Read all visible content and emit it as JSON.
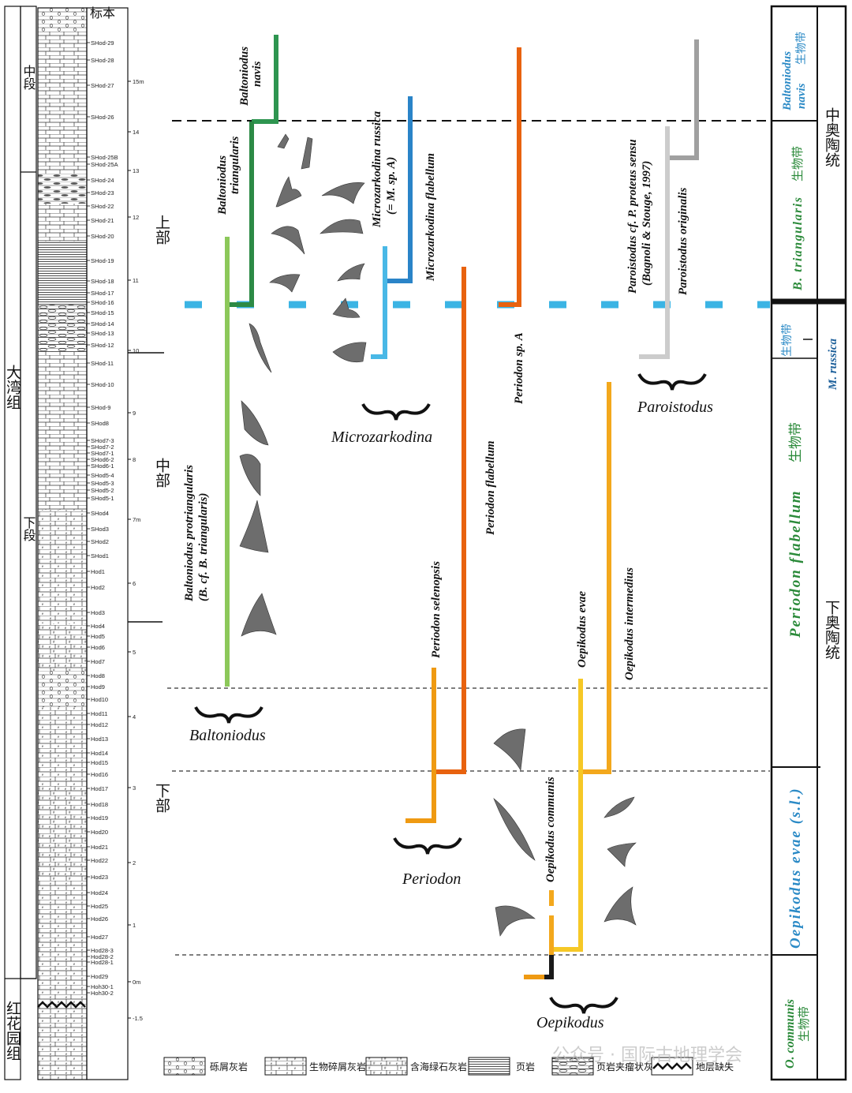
{
  "column": {
    "header": "标本",
    "formations": {
      "dawan": "大湾组",
      "honghuayuan": "红花园组"
    },
    "parts": {
      "zhong_duan": "中段",
      "xia_duan": "下段",
      "shang_bu": "上部",
      "zhong_bu": "中部",
      "xia_bu": "下部"
    },
    "samples": [
      "SHod-29",
      "SHod-28",
      "SHod-27",
      "SHod-26",
      "SHod-25B",
      "SHod-25A",
      "SHod-24",
      "SHod-23",
      "SHod-22",
      "SHod-21",
      "SHod-20",
      "SHod-19",
      "SHod-18",
      "SHod-17",
      "SHod-16",
      "SHod-15",
      "SHod-14",
      "SHod-13",
      "SHod-12",
      "SHod-11",
      "SHod-10",
      "SHod-9",
      "SHod8",
      "SHod7-3",
      "SHod7-2",
      "SHod7-1",
      "SHod6-2",
      "SHod6-1",
      "SHod5-4",
      "SHod5-3",
      "SHod5-2",
      "SHod5-1",
      "SHod4",
      "SHod3",
      "SHod2",
      "SHod1",
      "Hod1",
      "Hod2",
      "Hod3",
      "Hod4",
      "Hod5",
      "Hod6",
      "Hod7",
      "Hod8",
      "Hod9",
      "Hod10",
      "Hod11",
      "Hod12",
      "Hod13",
      "Hod14",
      "Hod15",
      "Hod16",
      "Hod17",
      "Hod18",
      "Hod19",
      "Hod20",
      "Hod21",
      "Hod22",
      "Hod23",
      "Hod24",
      "Hod25",
      "Hod26",
      "Hod27",
      "Hod28-3",
      "Hod28-2",
      "Hod28-1",
      "Hod29",
      "Hoh30-1",
      "Hoh30-2"
    ],
    "scale": [
      "15m",
      "14",
      "13",
      "12",
      "11",
      "10",
      "9",
      "8",
      "7m",
      "6",
      "5",
      "4",
      "3",
      "2",
      "1",
      "0m",
      "-1.5"
    ]
  },
  "genera": {
    "baltoniodus": "Baltoniodus",
    "microzarkodina": "Microzarkodina",
    "paroistodus": "Paroistodus",
    "periodon": "Periodon",
    "oepikodus": "Oepikodus"
  },
  "species": {
    "b_navis": [
      "Baltoniodus",
      "navis"
    ],
    "b_triangularis": [
      "Baltoniodus",
      "triangularis"
    ],
    "b_protriangularis": [
      "Baltoniodus protriangularis",
      "(B. cf. B. triangularis)"
    ],
    "m_russica": [
      "Microzarkodina russica",
      "(= M. sp. A)"
    ],
    "m_flabellum": "Microzarkodina flabellum",
    "p_proteus": [
      "Paroistodus cf. P. proteus sensu",
      "(Bagnoli & Stouge, 1997)"
    ],
    "p_originalis": "Paroistodus originalis",
    "periodon_spA": "Periodon sp. A",
    "periodon_flabellum": "Periodon flabellum",
    "periodon_selenopsis": "Periodon selenopsis",
    "o_evae": "Oepikodus evae",
    "o_intermedius": "Oepikodus intermedius",
    "o_communis": "Oepikodus communis"
  },
  "zones": {
    "navis": [
      "Baltoniodus",
      "navis",
      "生物带"
    ],
    "triangularis": [
      "B. triangularis",
      "生物带"
    ],
    "russica": [
      "生物带",
      "M. russica"
    ],
    "flabellum": [
      "Periodon flabellum",
      "生物带"
    ],
    "evae": "Oepikodus evae (s.l.)",
    "communis": [
      "O. communis",
      "生物带"
    ]
  },
  "series": {
    "middle": "中奥陶统",
    "lower": "下奥陶统"
  },
  "legend": [
    {
      "key": "rudstone",
      "label": "砾屑灰岩"
    },
    {
      "key": "bioclastic",
      "label": "生物碎屑灰岩"
    },
    {
      "key": "glauconite",
      "label": "含海绿石灰岩"
    },
    {
      "key": "shale",
      "label": "页岩"
    },
    {
      "key": "nodular",
      "label": "页岩夹瘤状灰岩"
    },
    {
      "key": "hiatus",
      "label": "地层缺失"
    }
  ],
  "watermark": "公众号 · 国际古地理学会",
  "colors": {
    "dark_green": "#2e9550",
    "mid_green": "#2c8a45",
    "light_green": "#8cc85a",
    "dark_blue": "#2a84c8",
    "light_blue": "#49b8e6",
    "cyan_dash": "#3bb4e4",
    "orange_red": "#e8620f",
    "orange": "#ef8e12",
    "amber": "#f3a81c",
    "yellow": "#f6c826",
    "gray": "#a0a0a0",
    "light_gray": "#cccccc",
    "zone_green": "#2b8a3a",
    "zone_blue": "#2b8ac6"
  }
}
